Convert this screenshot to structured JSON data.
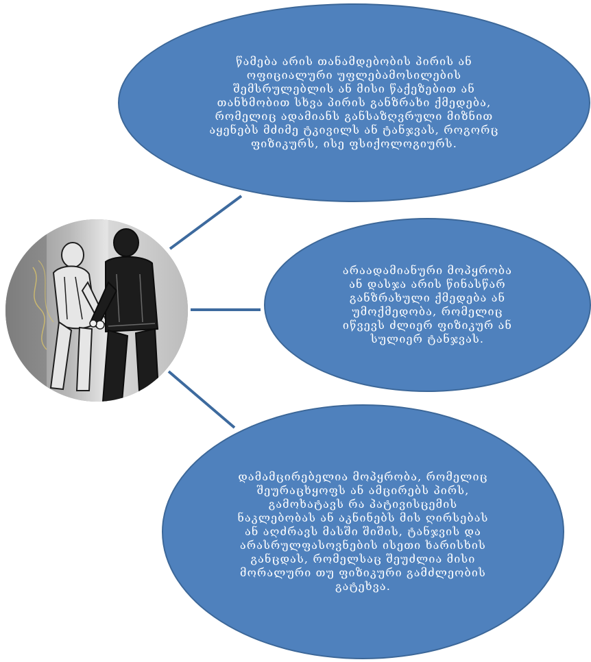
{
  "diagram": {
    "image": {
      "icon": "detainee-and-officer-illustration"
    },
    "nodes": [
      {
        "id": "torture-definition",
        "text": "წამება არის თანამდებობის პირის ან\nოფიციალური უფლებამოსილების\nშემსრულებლის ან მისი წაქეზებით ან\nთანხმობით სხვა პირის განზრახი ქმედება,\nრომელიც ადამიანს განსაზღვრული მიზნით\nაყენებს მძიმე ტკივილს ან ტანჯვას, როგორც\nფიზიკურს, ისე ფსიქოლოგიურს."
      },
      {
        "id": "inhuman-treatment-definition",
        "text": "არაადამიანური მოპყრობა\nან დასჯა არის წინასწარ\nგანზრახული ქმედება ან\nუმოქმედობა, რომელიც\nიწვევს ძლიერ ფიზიკურ ან\nსულიერ ტანჯვას."
      },
      {
        "id": "degrading-treatment-definition",
        "text": "დამამცირებელია მოპყრობა, რომელიც\nშეურაცხყოფს ან ამცირებს პირს,\nგამოხატავს რა პატივისცემის\nნაკლებობას ან აკნინებს მის ღირსებას\nან აღძრავს მასში შიშის, ტანჯვის და\nარასრულფასოვნების ისეთი ხარისხის\nგანცდას, რომელსაც შეუძლია მისი\nმორალური თუ ფიზიკური გამძლეობის\nგატეხვა."
      }
    ],
    "colors": {
      "node_fill": "#4f81bd",
      "node_border": "#3c6798",
      "connector": "#3d6a9e",
      "text": "#ffffff"
    }
  }
}
